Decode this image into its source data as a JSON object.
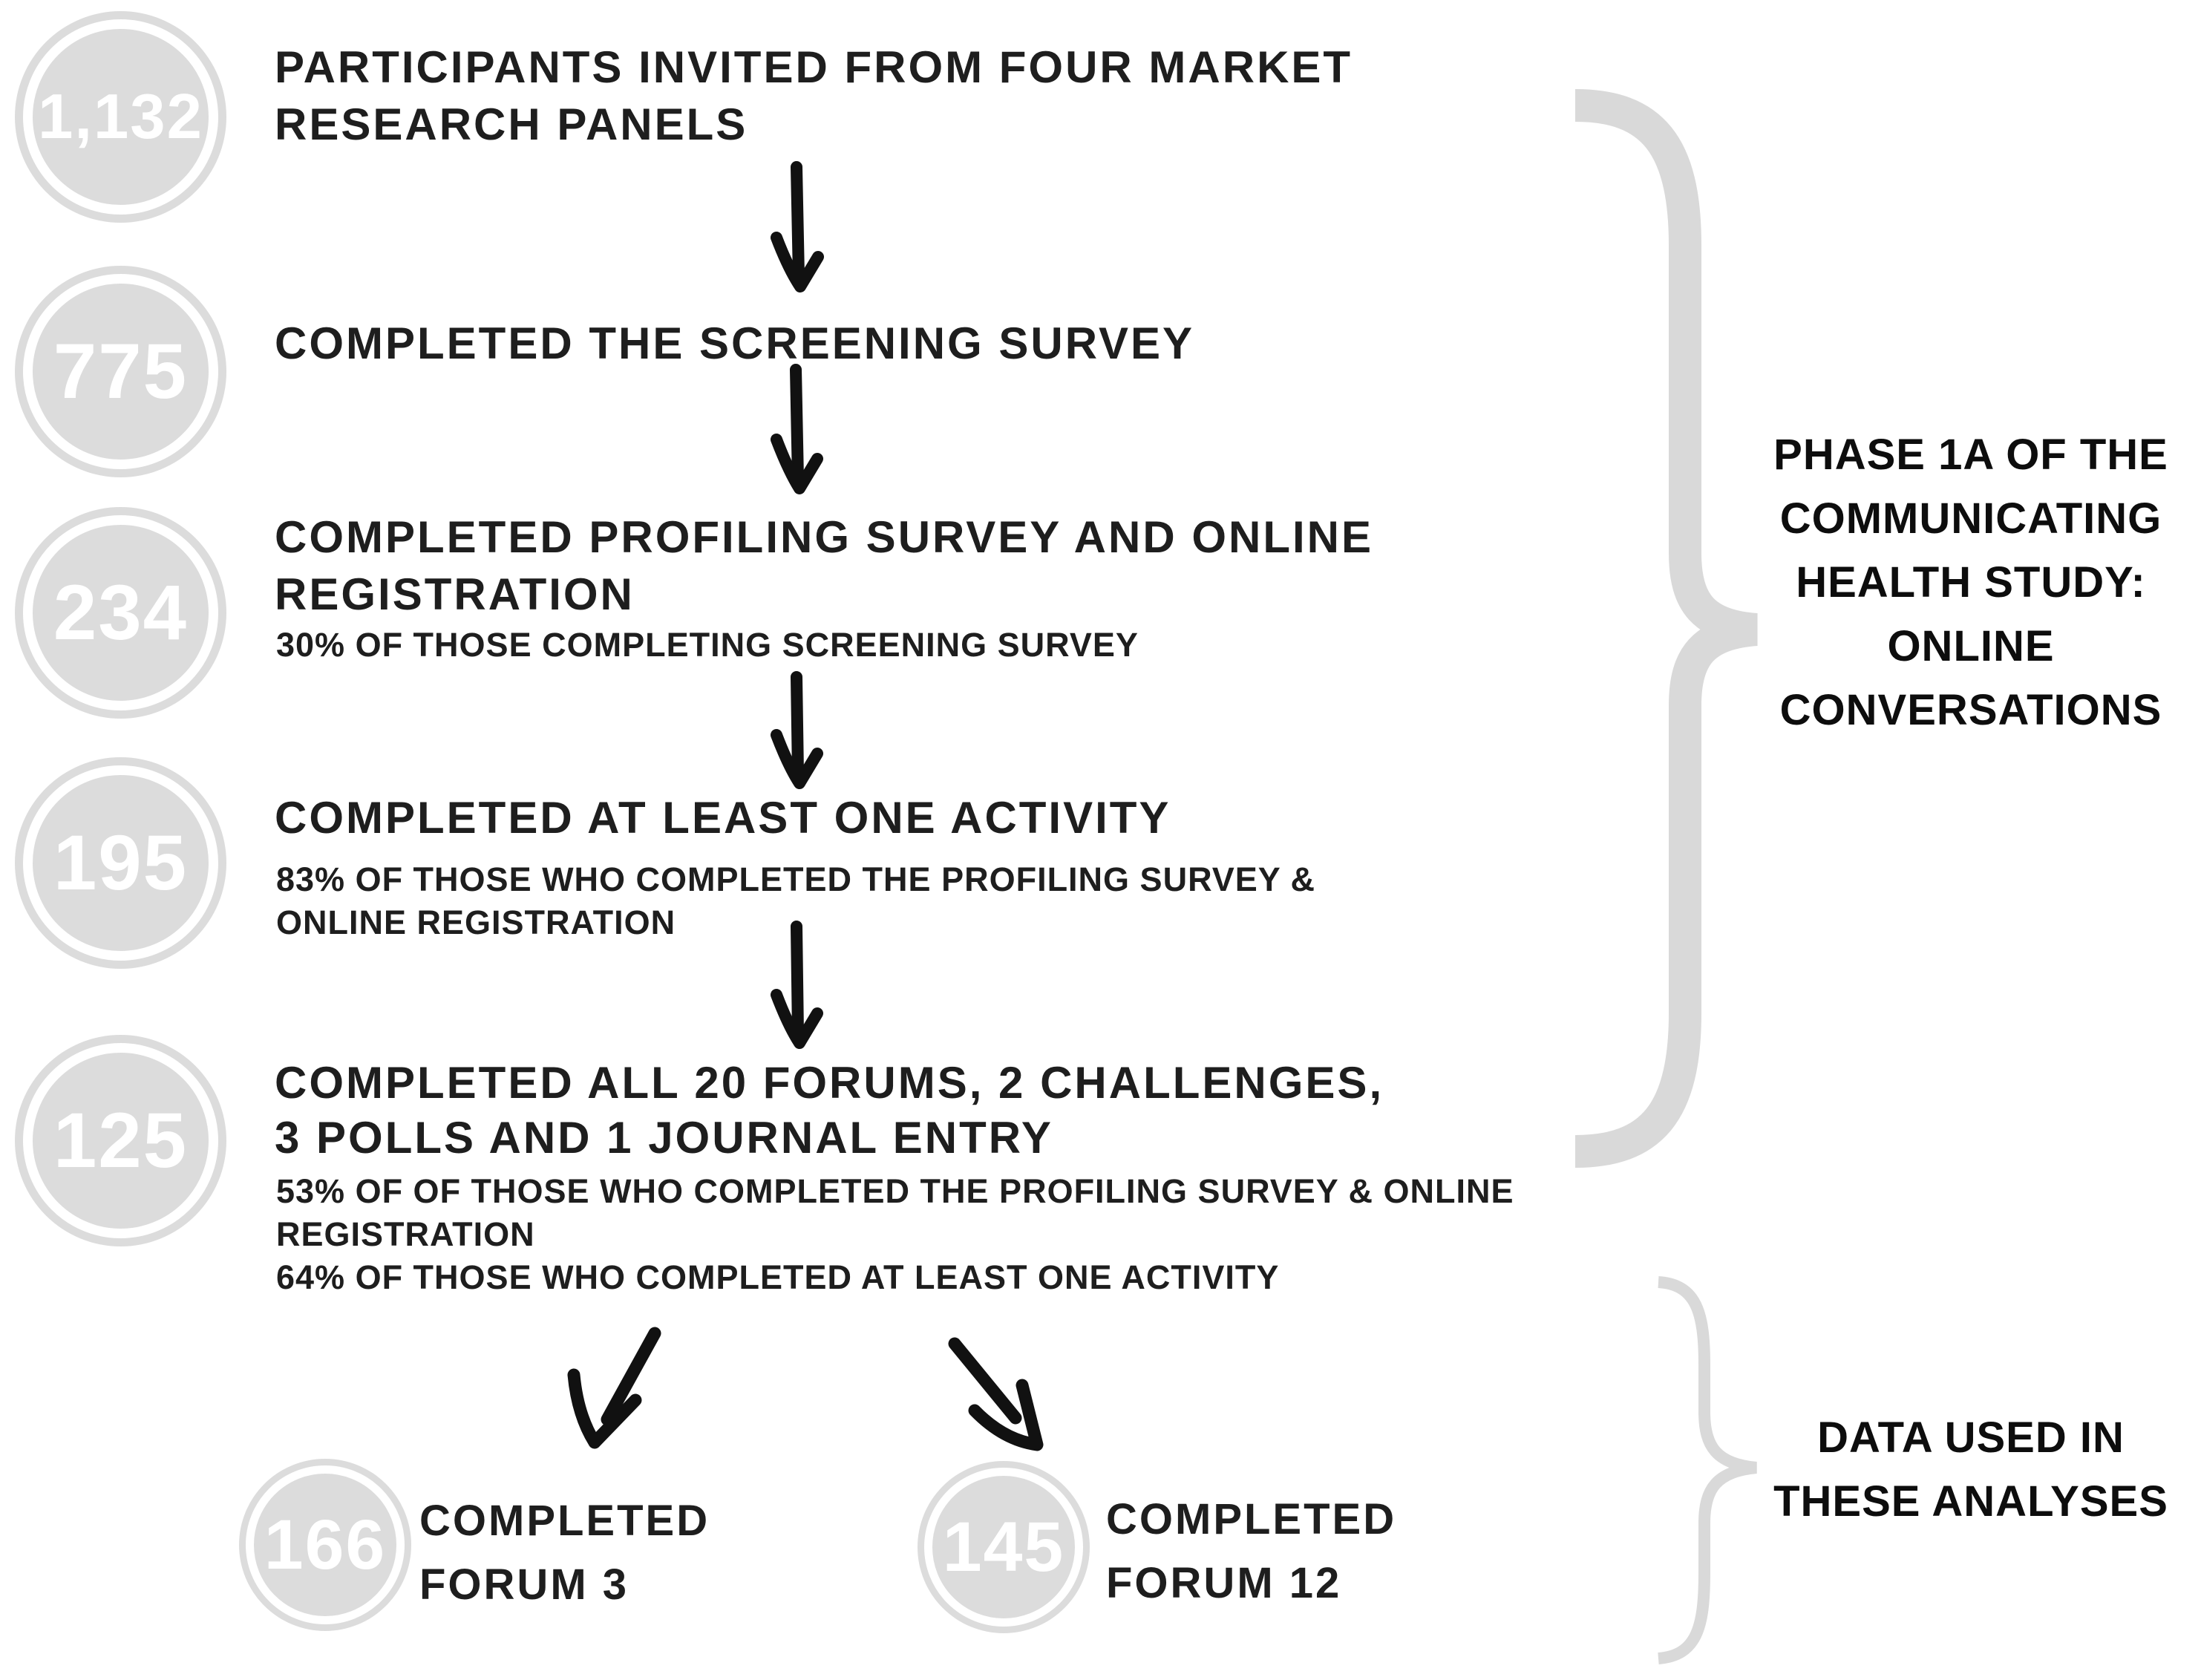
{
  "flowchart": {
    "steps": [
      {
        "count": "1,132",
        "title_lines": [
          "PARTICIPANTS INVITED FROM FOUR MARKET",
          "RESEARCH PANELS"
        ],
        "subtext_lines": []
      },
      {
        "count": "775",
        "title_lines": [
          "COMPLETED THE SCREENING SURVEY"
        ],
        "subtext_lines": []
      },
      {
        "count": "234",
        "title_lines": [
          "COMPLETED PROFILING SURVEY AND ONLINE",
          "REGISTRATION"
        ],
        "subtext_lines": [
          "30% OF THOSE COMPLETING SCREENING SURVEY"
        ]
      },
      {
        "count": "195",
        "title_lines": [
          "COMPLETED AT LEAST ONE ACTIVITY"
        ],
        "subtext_lines": [
          "83% OF  THOSE WHO COMPLETED THE PROFILING SURVEY &",
          "ONLINE REGISTRATION"
        ]
      },
      {
        "count": "125",
        "title_lines": [
          "COMPLETED ALL 20 FORUMS, 2 CHALLENGES,",
          "3 POLLS AND 1 JOURNAL ENTRY"
        ],
        "subtext_lines": [
          "53% OF OF THOSE WHO COMPLETED THE PROFILING SURVEY & ONLINE",
          "REGISTRATION",
          "64% OF THOSE WHO COMPLETED AT LEAST ONE ACTIVITY"
        ]
      }
    ],
    "outcomes": [
      {
        "count": "166",
        "title_lines": [
          "COMPLETED",
          "FORUM 3"
        ]
      },
      {
        "count": "145",
        "title_lines": [
          "COMPLETED",
          "FORUM 12"
        ]
      }
    ],
    "braces": [
      {
        "label_lines": [
          "PHASE 1A OF THE",
          "COMMUNICATING",
          "HEALTH STUDY:",
          "ONLINE",
          "CONVERSATIONS"
        ]
      },
      {
        "label_lines": [
          "DATA USED IN",
          "THESE ANALYSES"
        ]
      }
    ],
    "colors": {
      "circle_fill": "#dcdcdc",
      "circle_ring": "#ffffff",
      "circle_number": "#ffffff",
      "text": "#1e1e1e",
      "arrow": "#111111",
      "brace": "#d9d9d9"
    }
  }
}
